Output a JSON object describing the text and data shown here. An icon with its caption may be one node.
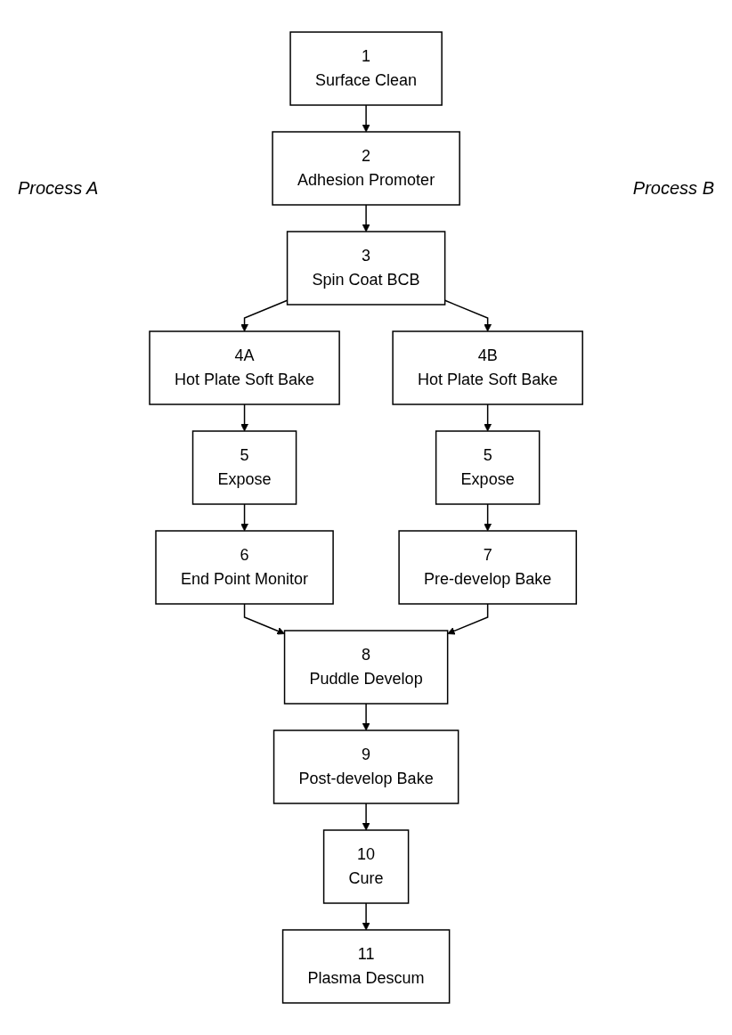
{
  "diagram": {
    "nodes": [
      {
        "text": [
          "1",
          "Surface Clean"
        ]
      },
      {
        "text": [
          "2",
          "Adhesion Promoter"
        ]
      },
      {
        "text": [
          "3",
          "Spin Coat BCB"
        ]
      },
      {
        "text": [
          "4A",
          "Hot Plate Soft Bake"
        ]
      },
      {
        "text": [
          "4B",
          "Hot Plate Soft Bake"
        ]
      },
      {
        "text": [
          "5",
          "Expose"
        ]
      },
      {
        "text": [
          "5",
          "Expose"
        ]
      },
      {
        "text": [
          "6",
          "End Point Monitor"
        ]
      },
      {
        "text": [
          "7",
          "Pre-develop Bake"
        ]
      },
      {
        "text": [
          "8",
          "Puddle Develop"
        ]
      },
      {
        "text": [
          "9",
          "Post-develop Bake"
        ]
      },
      {
        "text": [
          "10",
          "Cure"
        ]
      },
      {
        "text": [
          "11",
          "Plasma Descum"
        ]
      }
    ],
    "edges": [
      {
        "from": 0,
        "to": 1,
        "arrow": "to"
      },
      {
        "from": 1,
        "to": 2,
        "arrow": "to"
      },
      {
        "from": 2,
        "to": 3,
        "arrow": "to"
      },
      {
        "from": 2,
        "to": 4,
        "arrow": "to"
      },
      {
        "from": 3,
        "to": 5,
        "arrow": "to"
      },
      {
        "from": 4,
        "to": 6,
        "arrow": "to"
      },
      {
        "from": 5,
        "to": 7,
        "arrow": "to"
      },
      {
        "from": 6,
        "to": 8,
        "arrow": "to"
      },
      {
        "from": 7,
        "to": 9,
        "arrow": "to"
      },
      {
        "from": 8,
        "to": 9,
        "arrow": "to"
      },
      {
        "from": 9,
        "to": 10,
        "arrow": "to"
      },
      {
        "from": 10,
        "to": 11,
        "arrow": "to"
      },
      {
        "from": 11,
        "to": 12,
        "arrow": "to"
      }
    ],
    "labels": [
      "Process A",
      "Process B"
    ]
  }
}
